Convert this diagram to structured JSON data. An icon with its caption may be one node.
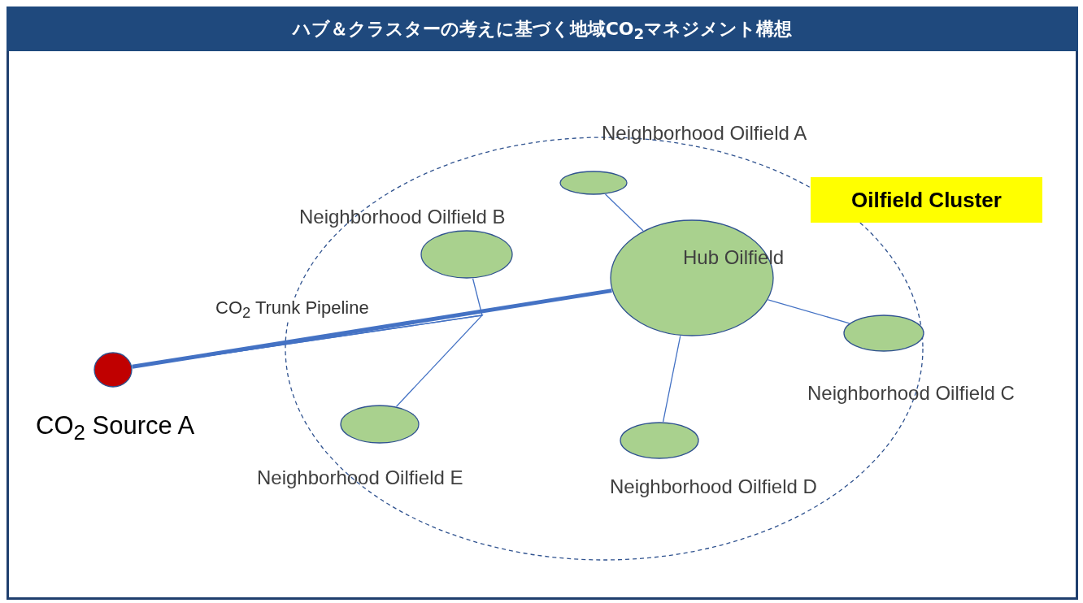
{
  "diagram": {
    "title": "ハブ＆クラスターの考えに基づく地域CO$_{2}$マネジメント構想",
    "nodes": [
      {
        "text": [
          "Oilfield Cluster"
        ]
      },
      {
        "text": [
          "Neighborhood Oilfield A"
        ],
        "in": 0
      },
      {
        "text": [
          "Neighborhood Oilfield B"
        ],
        "in": 0
      },
      {
        "text": [
          "Hub Oilfield"
        ],
        "in": 0
      },
      {
        "text": [
          "Neighborhood Oilfield C"
        ],
        "in": 0
      },
      {
        "text": [
          "Neighborhood Oilfield D"
        ],
        "in": 0
      },
      {
        "text": [
          "Neighborhood Oilfield E"
        ],
        "in": 0
      },
      {
        "text": [
          "CO$_{2}$ Source A"
        ]
      }
    ],
    "edges": [
      {
        "from": 7,
        "to": 3,
        "arrow": "none",
        "style": "thick",
        "label": "CO$_{2}$ Trunk Pipeline"
      },
      {
        "from": 7,
        "to": 2,
        "arrow": "none"
      },
      {
        "from": 7,
        "to": 6,
        "arrow": "none"
      },
      {
        "from": 3,
        "to": 1,
        "arrow": "none"
      },
      {
        "from": 3,
        "to": 4,
        "arrow": "none"
      },
      {
        "from": 3,
        "to": 5,
        "arrow": "none"
      }
    ]
  }
}
